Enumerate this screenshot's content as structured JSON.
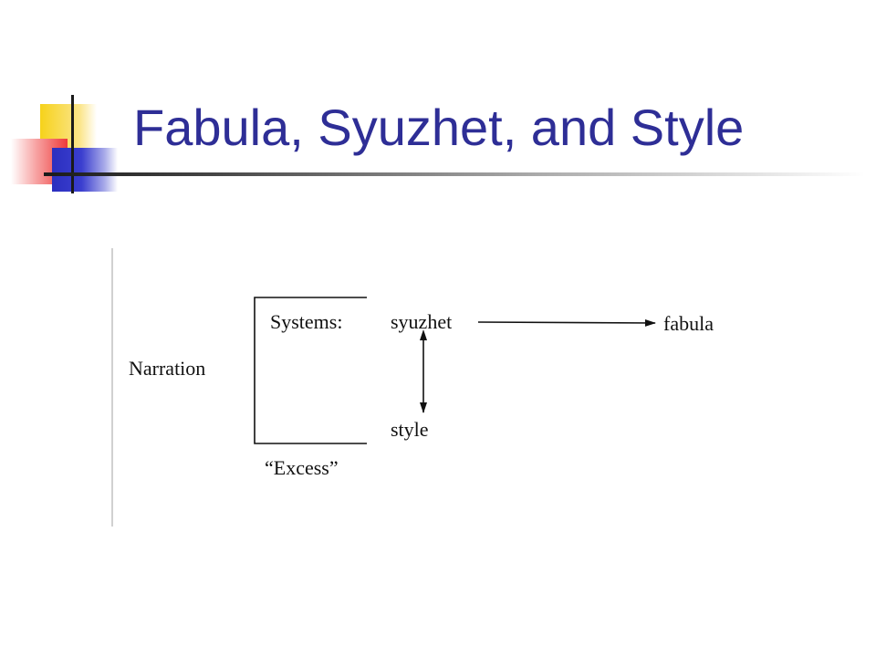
{
  "slide": {
    "title": "Fabula, Syuzhet, and Style"
  },
  "diagram": {
    "nodes": [
      {
        "id": "narration",
        "label": "Narration"
      },
      {
        "id": "systems",
        "label": "Systems:"
      },
      {
        "id": "excess",
        "label": "“Excess”"
      },
      {
        "id": "syuzhet",
        "label": "syuzhet"
      },
      {
        "id": "fabula",
        "label": "fabula"
      },
      {
        "id": "style",
        "label": "style"
      }
    ],
    "edges": [
      {
        "from": "syuzhet",
        "to": "fabula",
        "type": "arrow"
      },
      {
        "from": "syuzhet",
        "to": "style",
        "type": "double-arrow"
      }
    ]
  },
  "colors": {
    "title": "#2e2e96",
    "logo_yellow": "#f6d21a",
    "logo_red": "#ee3a3a",
    "logo_blue": "#2b2fbf"
  }
}
